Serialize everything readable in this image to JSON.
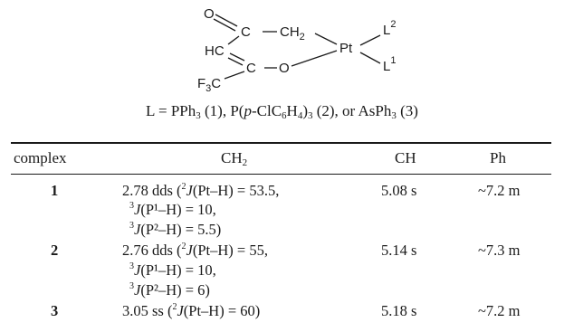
{
  "structure": {
    "o": "O",
    "c1": "C",
    "ch2": "CH",
    "ch2_sub": "2",
    "pt": "Pt",
    "l2": "L",
    "l2_sup": "2",
    "hc": "HC",
    "c2": "C",
    "o2": "O",
    "l1": "L",
    "l1_sup": "1",
    "f3c": "F",
    "f3c_sub": "3",
    "f3c_c": "C"
  },
  "ligand_line": {
    "prefix": "L = PPh",
    "sub1": "3",
    "c1": " (1), P(",
    "p": "p",
    "c2": "-ClC",
    "sub2": "6",
    "h": "H",
    "sub3": "4",
    "c3": ")",
    "sub4": "3",
    "c4": " (2), or AsPh",
    "sub5": "3",
    "c5": " (3)"
  },
  "table": {
    "headers": {
      "complex": "complex",
      "ch2": "CH",
      "ch2_sub": "2",
      "ch": "CH",
      "ph": "Ph"
    },
    "rows": [
      {
        "complex": "1",
        "ch2_lines": [
          {
            "sup": "",
            "pre": "2.78 dds (",
            "sup2": "2",
            "j": "J",
            "rest": "(Pt–H) = 53.5,"
          },
          {
            "sup": "3",
            "j": "J",
            "rest": "(P¹–H) = 10,"
          },
          {
            "sup": "3",
            "j": "J",
            "rest": "(P²–H) = 5.5)"
          }
        ],
        "ch": "5.08 s",
        "ph": "~7.2 m"
      },
      {
        "complex": "2",
        "ch2_lines": [
          {
            "sup": "",
            "pre": "2.76 dds (",
            "sup2": "2",
            "j": "J",
            "rest": "(Pt–H) = 55,"
          },
          {
            "sup": "3",
            "j": "J",
            "rest": "(P¹–H) = 10,"
          },
          {
            "sup": "3",
            "j": "J",
            "rest": "(P²–H) = 6)"
          }
        ],
        "ch": "5.14 s",
        "ph": "~7.3 m"
      },
      {
        "complex": "3",
        "ch2_lines": [
          {
            "sup": "",
            "pre": "3.05 ss (",
            "sup2": "2",
            "j": "J",
            "rest": "(Pt–H) = 60)"
          }
        ],
        "ch": "5.18 s",
        "ph": "~7.2 m"
      }
    ]
  }
}
